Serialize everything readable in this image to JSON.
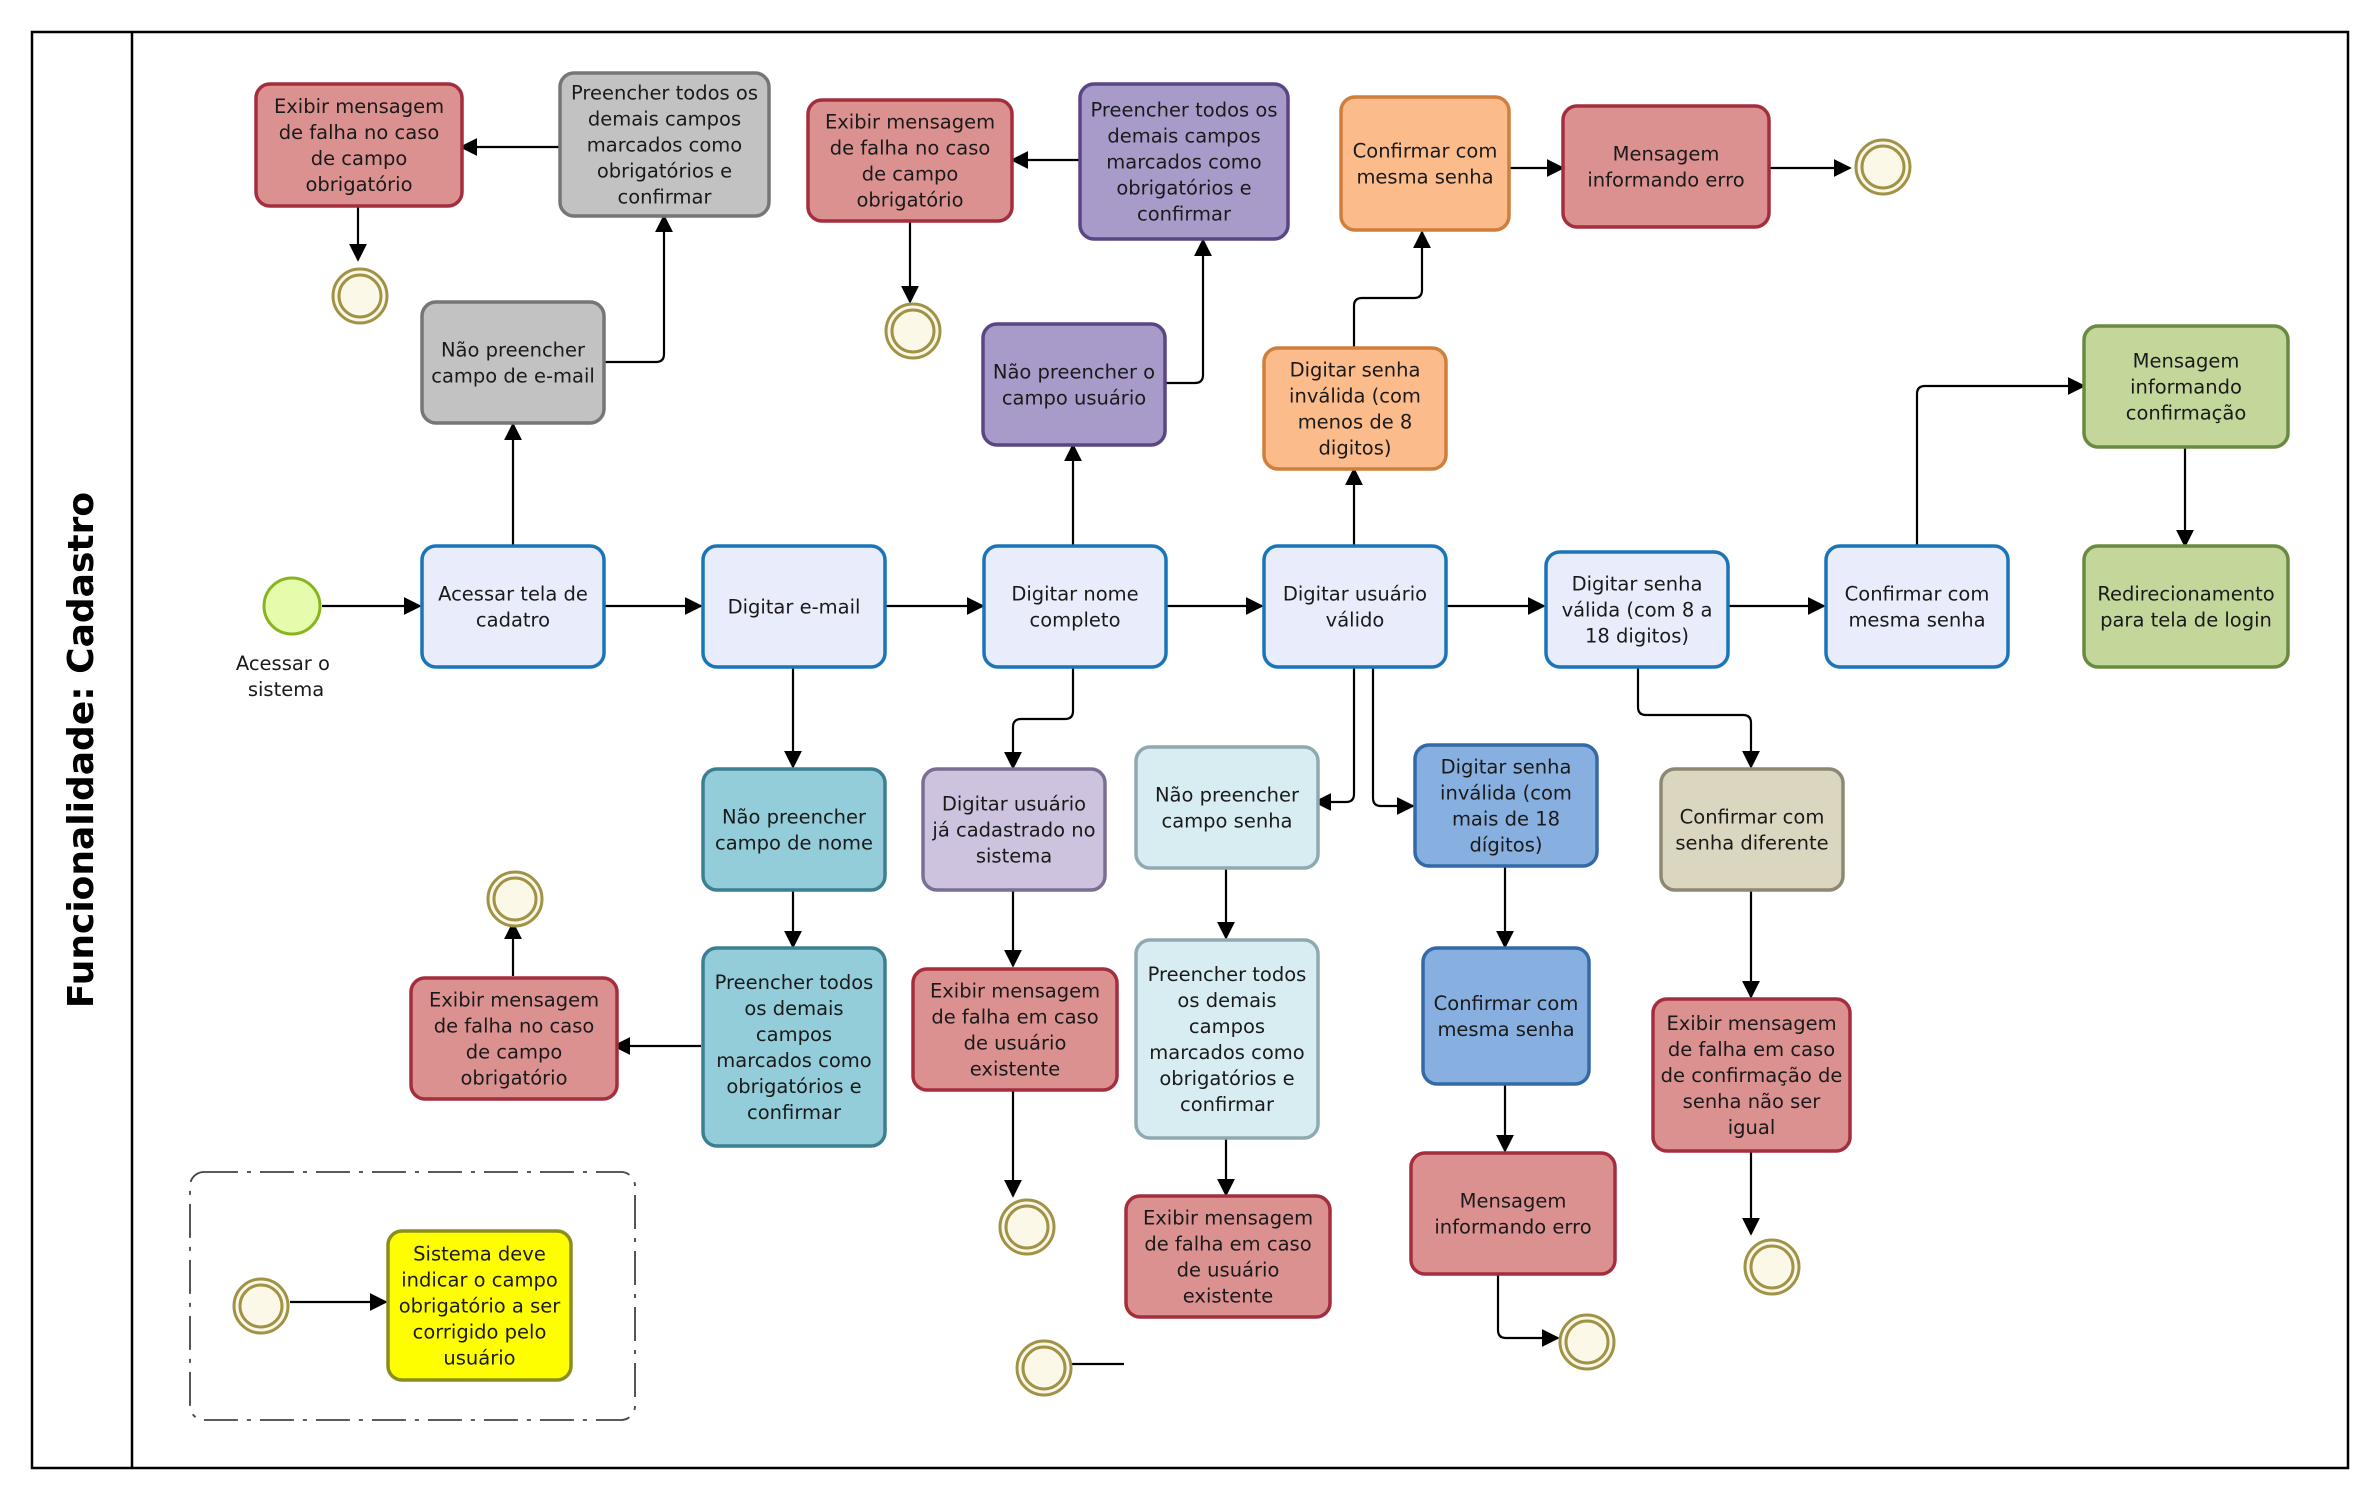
{
  "pool": {
    "title": "Funcionalidade: Cadastro"
  },
  "colors": {
    "blue": "#e9ecfb",
    "blue_border": "#1a74b8",
    "gray": "#c2c2c2",
    "gray_border": "#767676",
    "red": "#dc9191",
    "red_border": "#a42e3e",
    "purple": "#a99bc9",
    "purple_border": "#5a4585",
    "light_purple": "#cdc3de",
    "light_purple_border": "#7a6f93",
    "orange": "#fbbb8b",
    "orange_border": "#d07e3b",
    "teal": "#93cdd9",
    "teal_border": "#3d7f92",
    "light_teal": "#d8edf2",
    "light_teal_border": "#8fa9b1",
    "medium_blue": "#87afdf",
    "medium_blue_border": "#3568a6",
    "khaki": "#dbd6bf",
    "khaki_border": "#8d8873",
    "green": "#c3d79a",
    "green_border": "#6a8a42",
    "yellow": "#fefe00",
    "yellow_border": "#8b8e1e",
    "end_fill": "#fcf8e8",
    "end_border": "#a09246",
    "start_fill": "#e5fcac",
    "start_border": "#88b51d"
  },
  "start": {
    "label": [
      "Acessar o",
      "sistema"
    ]
  },
  "tasks": [
    {
      "id": "acessar",
      "lines": [
        "Acessar tela de",
        "cadatro"
      ]
    },
    {
      "id": "digitar-email",
      "lines": [
        "Digitar e-mail"
      ]
    },
    {
      "id": "digitar-nome",
      "lines": [
        "Digitar nome",
        "completo"
      ]
    },
    {
      "id": "digitar-usuario",
      "lines": [
        "Digitar usuário",
        "válido"
      ]
    },
    {
      "id": "digitar-senha-valida",
      "lines": [
        "Digitar senha",
        "válida (com 8 a",
        "18 digitos)"
      ]
    },
    {
      "id": "confirmar-mesma-senha",
      "lines": [
        "Confirmar com",
        "mesma senha"
      ]
    },
    {
      "id": "nao-preencher-email",
      "lines": [
        "Não preencher",
        "campo de e-mail"
      ]
    },
    {
      "id": "preencher-demais-1",
      "lines": [
        "Preencher todos os",
        "demais campos",
        "marcados como",
        "obrigatórios e",
        "confirmar"
      ]
    },
    {
      "id": "exibir-falha-1",
      "lines": [
        "Exibir mensagem",
        "de falha no caso",
        "de campo",
        "obrigatório"
      ]
    },
    {
      "id": "nao-preencher-usuario",
      "lines": [
        "Não preencher o",
        "campo usuário"
      ]
    },
    {
      "id": "preencher-demais-2",
      "lines": [
        "Preencher todos os",
        "demais campos",
        "marcados como",
        "obrigatórios e",
        "confirmar"
      ]
    },
    {
      "id": "exibir-falha-2",
      "lines": [
        "Exibir mensagem",
        "de falha no caso",
        "de campo",
        "obrigatório"
      ]
    },
    {
      "id": "senha-invalida-menos",
      "lines": [
        "Digitar senha",
        "inválida (com",
        "menos de 8",
        "digitos)"
      ]
    },
    {
      "id": "confirmar-mesma-senha-2",
      "lines": [
        "Confirmar com",
        "mesma senha"
      ]
    },
    {
      "id": "mensagem-erro-1",
      "lines": [
        "Mensagem",
        "informando erro"
      ]
    },
    {
      "id": "msg-confirmacao",
      "lines": [
        "Mensagem",
        "informando",
        "confirmação"
      ]
    },
    {
      "id": "redirecionamento",
      "lines": [
        "Redirecionamento",
        "para tela de login"
      ]
    },
    {
      "id": "nao-preencher-nome",
      "lines": [
        "Não preencher",
        "campo de nome"
      ]
    },
    {
      "id": "preencher-demais-3",
      "lines": [
        "Preencher todos",
        "os demais",
        "campos",
        "marcados como",
        "obrigatórios e",
        "confirmar"
      ]
    },
    {
      "id": "exibir-falha-3",
      "lines": [
        "Exibir mensagem",
        "de falha no caso",
        "de campo",
        "obrigatório"
      ]
    },
    {
      "id": "usuario-ja-cadastrado",
      "lines": [
        "Digitar usuário",
        "já cadastrado no",
        "sistema"
      ]
    },
    {
      "id": "falha-usuario-1",
      "lines": [
        "Exibir mensagem",
        "de falha em caso",
        "de usuário",
        "existente"
      ]
    },
    {
      "id": "nao-preencher-senha",
      "lines": [
        "Não preencher",
        "campo senha"
      ]
    },
    {
      "id": "preencher-demais-4",
      "lines": [
        "Preencher todos",
        "os demais",
        "campos",
        "marcados como",
        "obrigatórios e",
        "confirmar"
      ]
    },
    {
      "id": "falha-usuario-2",
      "lines": [
        "Exibir mensagem",
        "de falha em caso",
        "de usuário",
        "existente"
      ]
    },
    {
      "id": "senha-invalida-mais",
      "lines": [
        "Digitar senha",
        "inválida (com",
        "mais de 18",
        "dígitos)"
      ]
    },
    {
      "id": "confirmar-mesma-senha-3",
      "lines": [
        "Confirmar com",
        "mesma senha"
      ]
    },
    {
      "id": "mensagem-erro-2",
      "lines": [
        "Mensagem",
        "informando erro"
      ]
    },
    {
      "id": "confirmar-senha-diferente",
      "lines": [
        "Confirmar com",
        "senha diferente"
      ]
    },
    {
      "id": "falha-confirmacao",
      "lines": [
        "Exibir mensagem",
        "de falha em caso",
        "de confirmação de",
        "senha não ser",
        "igual"
      ]
    },
    {
      "id": "nota-sistema",
      "lines": [
        "Sistema deve",
        "indicar o campo",
        "obrigatório a ser",
        "corrigido pelo",
        "usuário"
      ]
    }
  ]
}
